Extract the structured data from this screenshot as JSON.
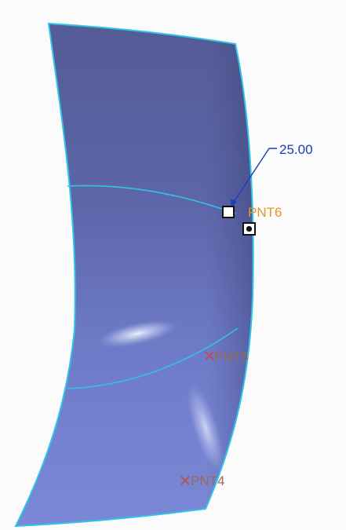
{
  "viewport": {
    "background": "#fbfbfb",
    "surface_color": "#6b78c8",
    "edge_color": "#2ec4e8",
    "dimension_color": "#1a3db8",
    "active_label_color": "#e8951e",
    "point_label_color": "#9a6a52",
    "point_marker_color": "#c04848"
  },
  "dimension": {
    "value": "25.00"
  },
  "points": [
    {
      "label": "PNT6",
      "marker": "square-handle-icon"
    },
    {
      "label": "PNT5",
      "marker": "x-cross-icon"
    },
    {
      "label": "PNT4",
      "marker": "x-cross-icon"
    }
  ]
}
